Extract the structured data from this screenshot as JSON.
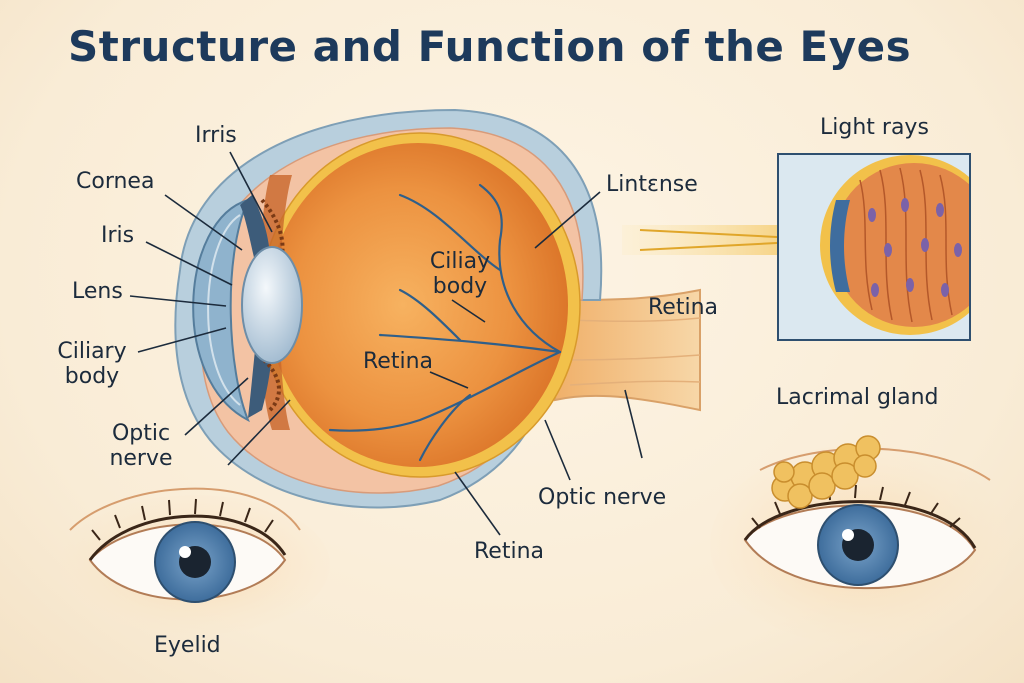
{
  "title": "Structure and Function of the Eyes",
  "labels": {
    "irris": "Irris",
    "cornea": "Cornea",
    "iris": "Iris",
    "lens": "Lens",
    "ciliary_body_line1": "Ciliary",
    "ciliary_body_line2": "body",
    "optic_nerve_left_line1": "Optic",
    "optic_nerve_left_line2": "nerve",
    "lintense": "Lintɛnse",
    "ciliay_body_line1": "Ciliay",
    "ciliay_body_line2": "body",
    "retina_center": "Retina",
    "retina_right": "Retina",
    "optic_nerve_bottom": "Optic nerve",
    "retina_bottom": "Retina",
    "light_rays": "Light rays",
    "lacrimal_gland": "Lacrimal gland",
    "eyelid": "Eyelid"
  },
  "colors": {
    "title": "#1d3a5c",
    "sclera_outer": "#a9c4d6",
    "eyeball": "#e98b3a",
    "retina_layer": "#f2c14a",
    "vessels": "#2f5f8a",
    "light_beam": "#f4c95a",
    "iris_blue": "#4f7fae"
  }
}
